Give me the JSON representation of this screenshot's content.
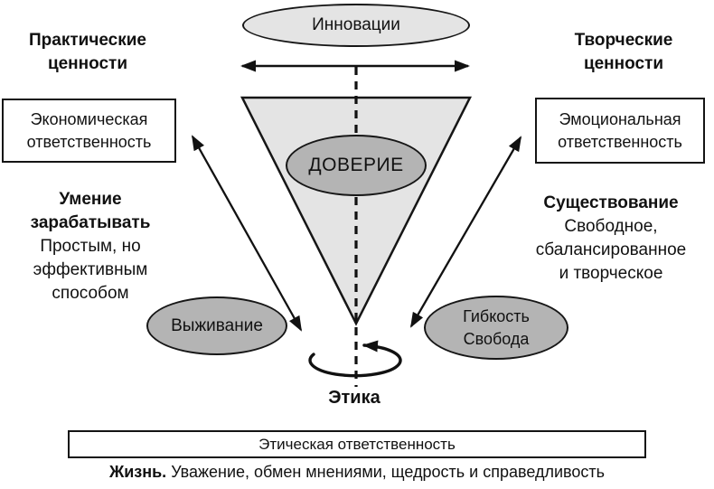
{
  "labels": {
    "innovations": "Инновации",
    "practical_values": "Практические\nценности",
    "creative_values": "Творческие\nценности",
    "economic_responsibility": "Экономическая\nответственность",
    "emotional_responsibility": "Эмоциональная\nответственность",
    "earning_title": "Умение\nзарабатывать",
    "earning_subtitle": "Простым, но\nэффективным\nспособом",
    "existence_title": "Существование",
    "existence_subtitle": "Свободное,\nсбалансированное\nи творческое",
    "trust": "ДОВЕРИЕ",
    "survival": "Выживание",
    "flexibility_freedom": "Гибкость\nСвобода",
    "ethics": "Этика",
    "ethical_responsibility": "Этическая ответственность",
    "life_title": "Жизнь.",
    "life_text": " Уважение, обмен мнениями, щедрость и справедливость"
  },
  "icons": {
    "horizontal_double_arrow": "left-right arrow under innovations ellipse",
    "left_double_arrow": "double-headed arrow between economic box and funnel tip",
    "right_double_arrow": "double-headed arrow between emotional box and funnel tip",
    "rotation_arrow": "circular rotation arrow around dashed axis at funnel tip",
    "dashed_axis": "vertical dashed center axis"
  },
  "colors": {
    "light_fill": "#e4e4e4",
    "medium_fill": "#b4b4b4",
    "ink": "#111111",
    "background": "#ffffff"
  }
}
